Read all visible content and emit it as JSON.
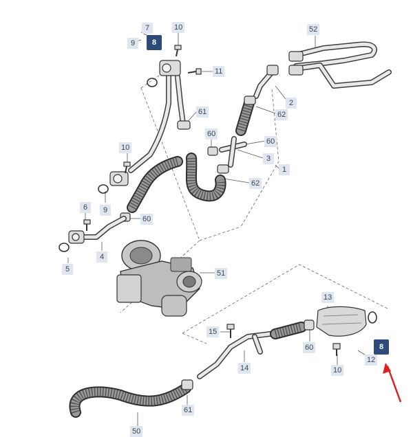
{
  "callouts": {
    "c7": "7",
    "c9a": "9",
    "c10a": "10",
    "c11": "11",
    "c61a": "61",
    "c10b": "10",
    "c60a": "60",
    "c9b": "9",
    "c6": "6",
    "c60b": "60",
    "c4": "4",
    "c5": "5",
    "c52": "52",
    "c2": "2",
    "c62a": "62",
    "c60c": "60",
    "c3": "3",
    "c1": "1",
    "c62b": "62",
    "c51": "51",
    "c13": "13",
    "c15": "15",
    "c60d": "60",
    "c14": "14",
    "c12": "12",
    "c10c": "10",
    "c61b": "61",
    "c50": "50"
  },
  "badges": {
    "b1": "8",
    "b2": "8"
  },
  "colors": {
    "callout_bg": "#dfe6ef",
    "badge_bg": "#2d4a78",
    "arrow": "#e0201e"
  }
}
